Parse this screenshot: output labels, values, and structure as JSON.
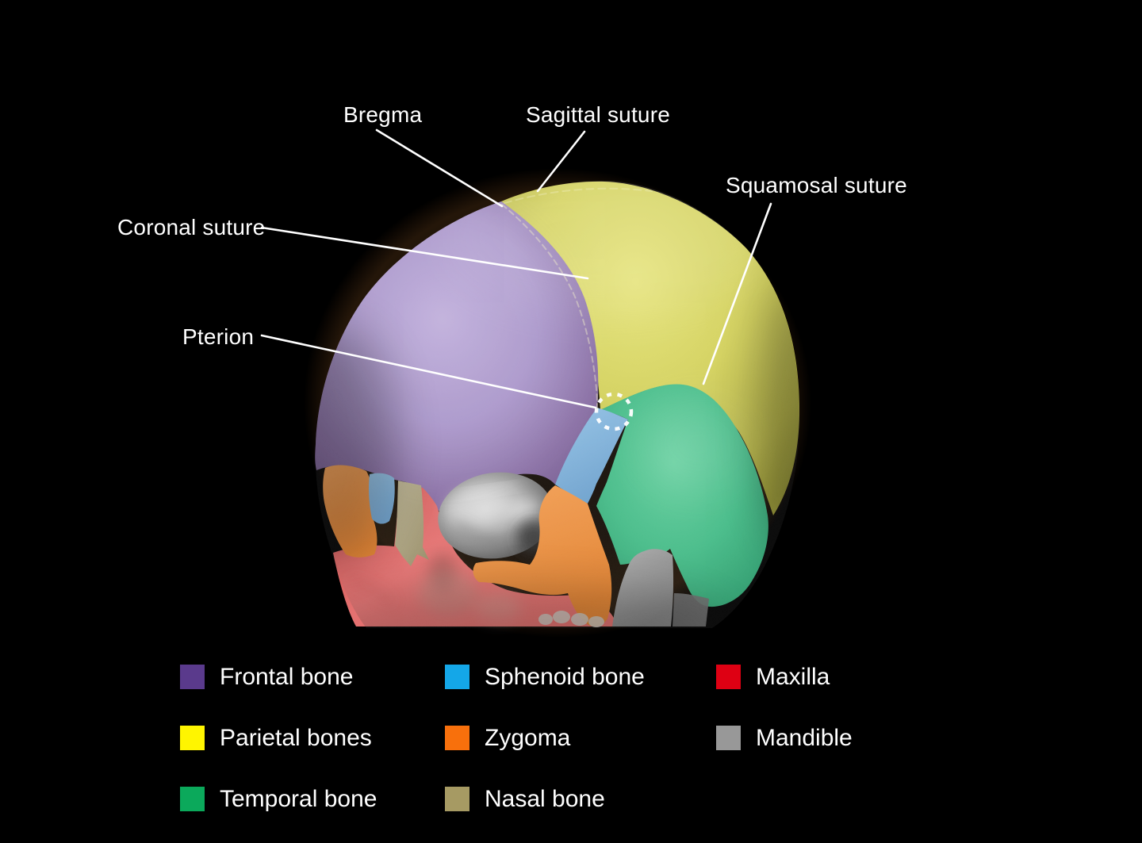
{
  "figure": {
    "description": "3D CT skull render, oblique anterolateral view, bones color-coded",
    "background": "#000000"
  },
  "annotations": {
    "items": [
      {
        "id": "bregma",
        "label": "Bregma"
      },
      {
        "id": "sagittal",
        "label": "Sagittal suture"
      },
      {
        "id": "coronal",
        "label": "Coronal suture"
      },
      {
        "id": "pterion",
        "label": "Pterion"
      },
      {
        "id": "squamosal",
        "label": "Squamosal suture"
      }
    ]
  },
  "legend": {
    "items": [
      {
        "label": "Frontal bone",
        "color": "#5a3a8c"
      },
      {
        "label": "Sphenoid bone",
        "color": "#14a7e8"
      },
      {
        "label": "Maxilla",
        "color": "#de0013"
      },
      {
        "label": "Parietal bones",
        "color": "#fff500"
      },
      {
        "label": "Zygoma",
        "color": "#f8700c"
      },
      {
        "label": "Mandible",
        "color": "#989898"
      },
      {
        "label": "Temporal bone",
        "color": "#0ba95b"
      },
      {
        "label": "Nasal bone",
        "color": "#a69a63"
      }
    ]
  }
}
